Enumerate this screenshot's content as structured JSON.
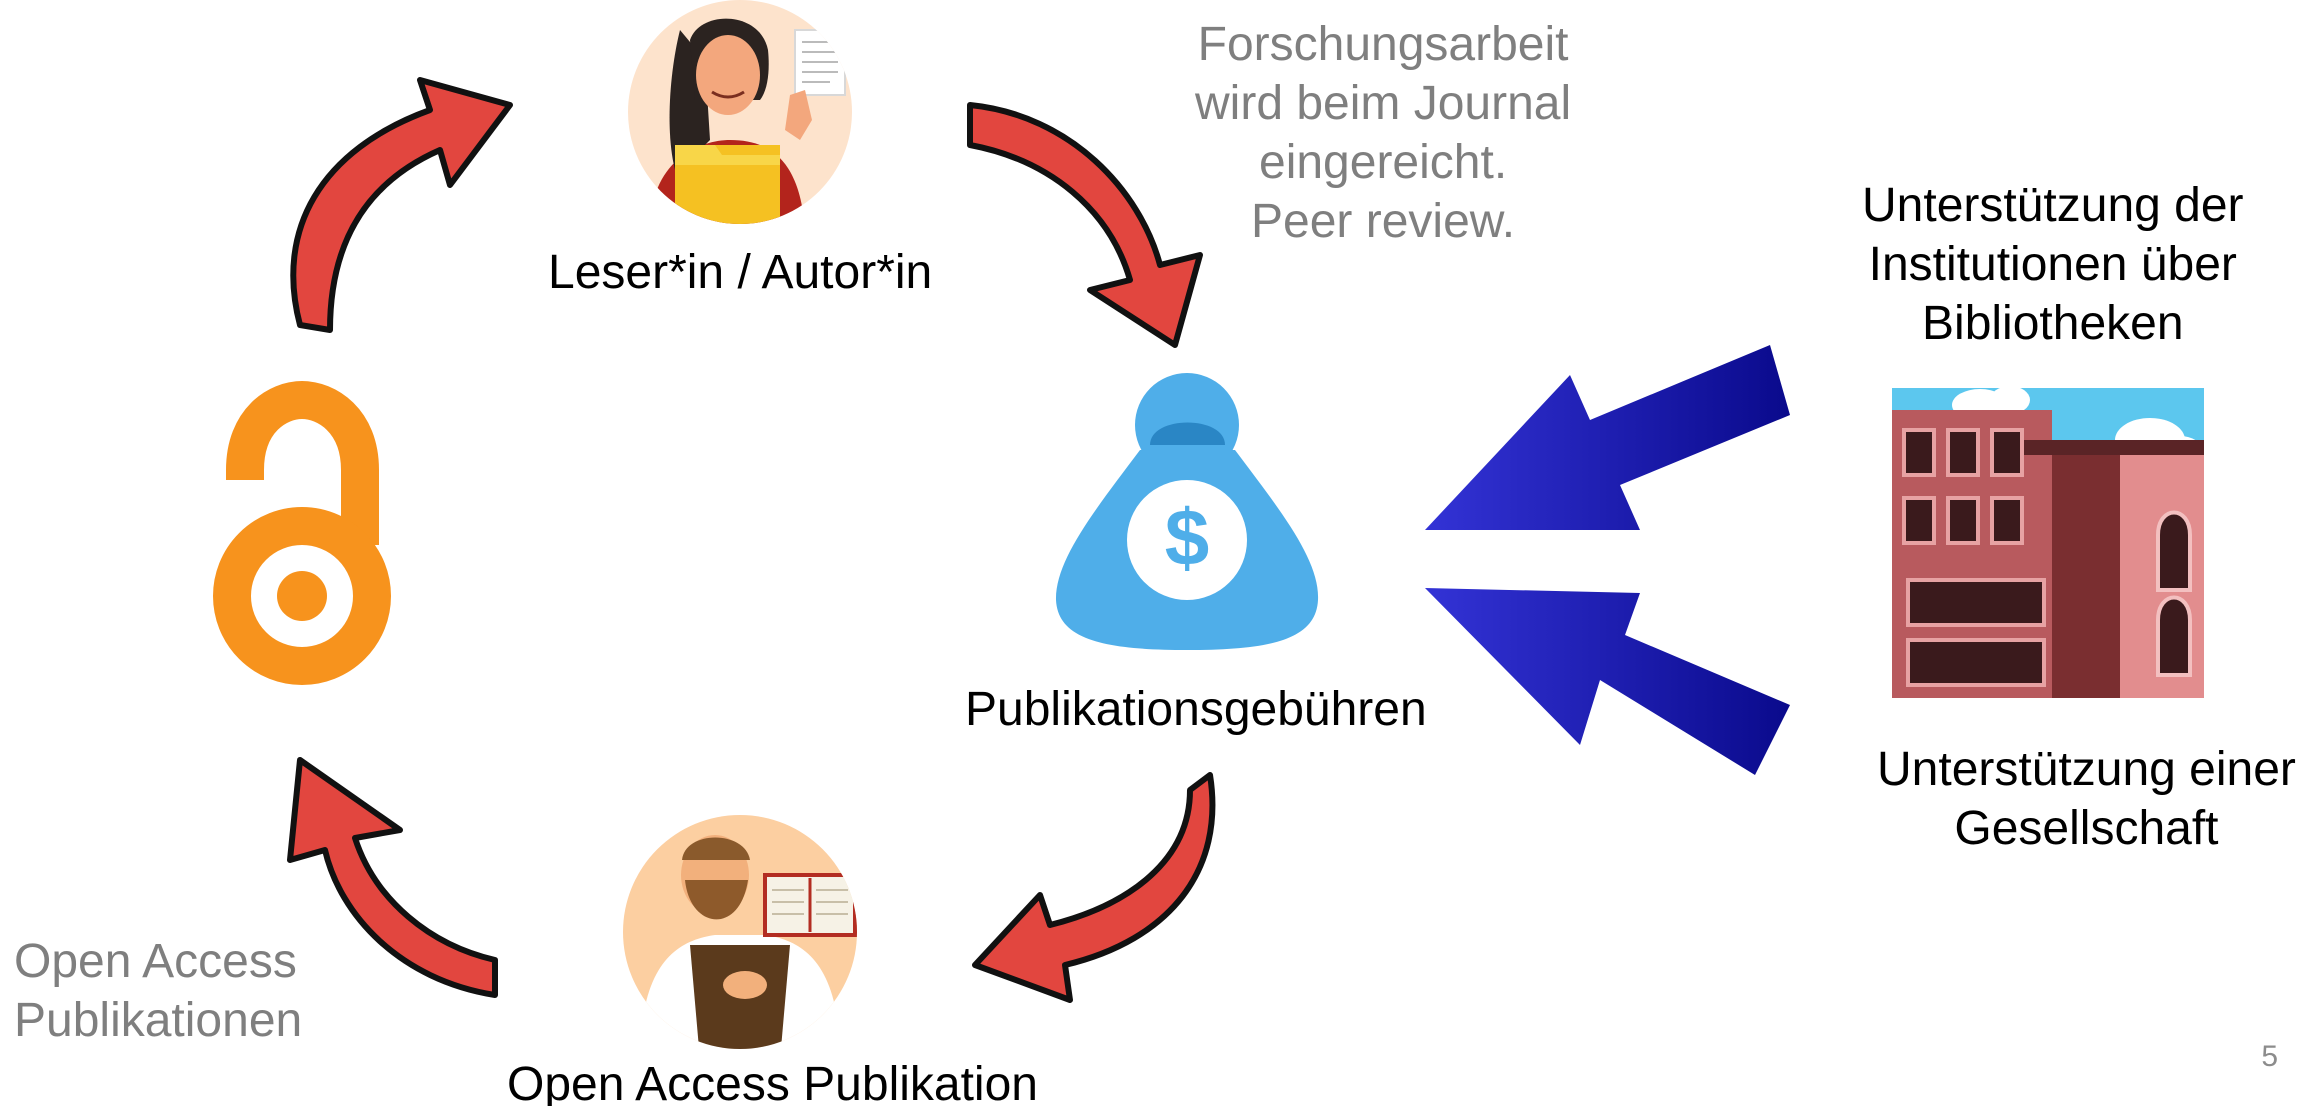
{
  "cycle": {
    "author_label": "Leser*in / Autor*in",
    "fees_label": "Publikationsgebühren",
    "publication_label": "Open Access Publikation",
    "submission_note": [
      "Forschungsarbeit",
      "wird beim Journal",
      "eingereicht.",
      "Peer review."
    ],
    "oa_note": [
      "Open Access",
      "Publikationen"
    ]
  },
  "support": {
    "institutions": [
      "Unterstützung der",
      "Institutionen über",
      "Bibliotheken"
    ],
    "society": [
      "Unterstützung einer",
      "Gesellschaft"
    ]
  },
  "slide": {
    "page_number": "5"
  },
  "icons": {
    "open_access": "open-access-lock-icon",
    "author": "reader-author-person-icon",
    "fees": "money-bag-icon",
    "publication": "bearded-man-book-icon",
    "institution": "library-building-icon"
  },
  "colors": {
    "cycle_arrow": "#e2463f",
    "oa_orange": "#f7931d",
    "money_bag": "#4faee9",
    "support_arrow": "#1d1da8",
    "building": "#b85a5e"
  }
}
